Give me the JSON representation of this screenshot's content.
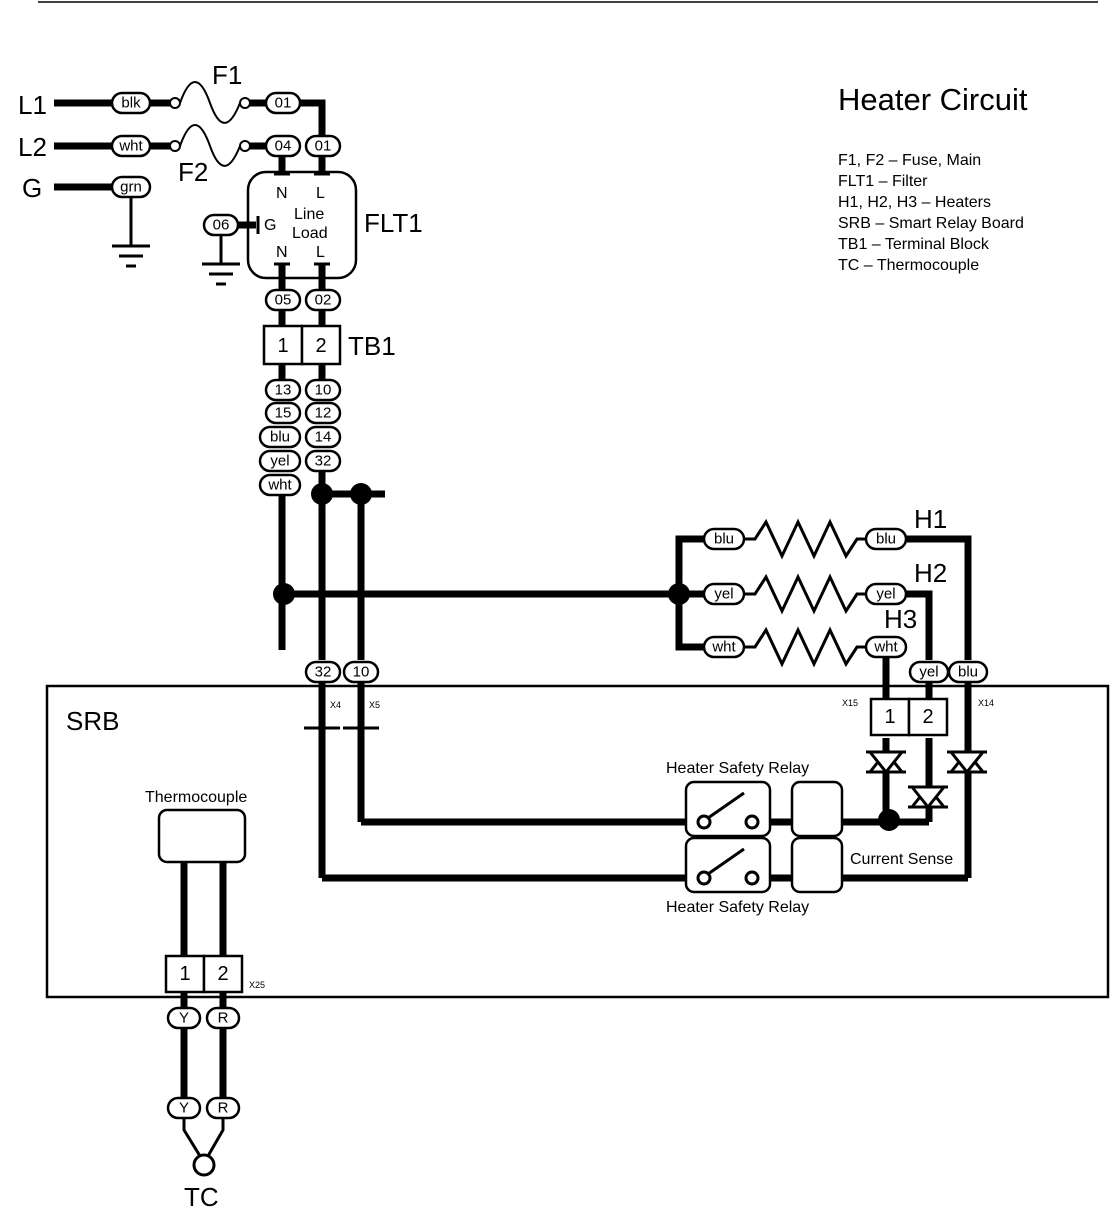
{
  "title": "Heater Circuit",
  "legend": [
    "F1, F2 – Fuse, Main",
    "FLT1 – Filter",
    "H1, H2, H3 – Heaters",
    "SRB – Smart Relay Board",
    "TB1 – Terminal Block",
    "TC – Thermocouple"
  ],
  "lines": {
    "l1": "L1",
    "l2": "L2",
    "g": "G"
  },
  "fuses": {
    "f1": "F1",
    "f2": "F2"
  },
  "filter": {
    "name": "FLT1",
    "n_top": "N",
    "l_top": "L",
    "line": "Line",
    "load": "Load",
    "n_bot": "N",
    "l_bot": "L",
    "g": "G"
  },
  "tb1": {
    "name": "TB1",
    "t1": "1",
    "t2": "2"
  },
  "heaters": {
    "h1": "H1",
    "h2": "H2",
    "h3": "H3"
  },
  "srb": {
    "name": "SRB",
    "thermocouple": "Thermocouple",
    "relay_top": "Heater Safety Relay",
    "relay_bottom": "Heater Safety Relay",
    "current_sense": "Current Sense",
    "x4": "X4",
    "x5": "X5",
    "x15": "X15",
    "x14": "X14",
    "x25": "X25",
    "x15_t1": "1",
    "x15_t2": "2",
    "x25_t1": "1",
    "x25_t2": "2"
  },
  "tc": "TC",
  "wires": {
    "blk": "blk",
    "wht": "wht",
    "grn": "grn",
    "w01a": "01",
    "w01b": "01",
    "w04": "04",
    "w06": "06",
    "w05": "05",
    "w02": "02",
    "w13": "13",
    "w10a": "10",
    "w15": "15",
    "w12": "12",
    "blu_stack": "blu",
    "w14": "14",
    "yel_stack": "yel",
    "w32a": "32",
    "wht_stack": "wht",
    "h1_l": "blu",
    "h1_r": "blu",
    "h2_l": "yel",
    "h2_r": "yel",
    "h3_l": "wht",
    "h3_r": "wht",
    "srb_yel": "yel",
    "srb_blu": "blu",
    "srb_32": "32",
    "srb_10": "10",
    "tc_y1": "Y",
    "tc_r1": "R",
    "tc_y2": "Y",
    "tc_r2": "R"
  }
}
